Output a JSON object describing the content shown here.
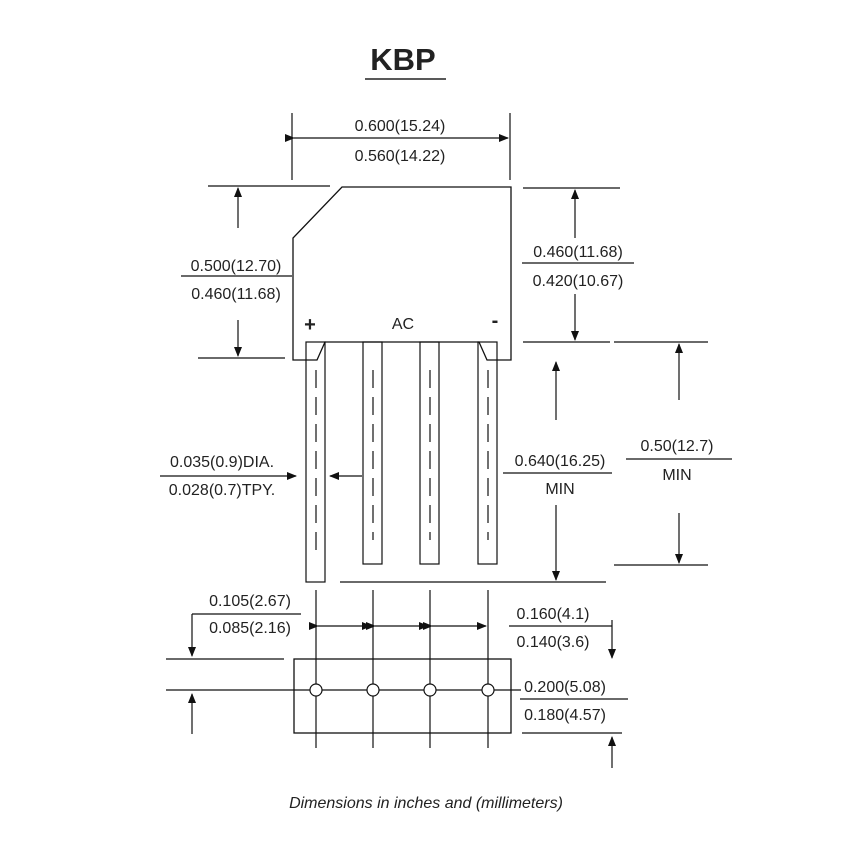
{
  "title": "KBP",
  "caption": "Dimensions in inches and (millimeters)",
  "pins": {
    "plus": "+",
    "ac": "AC",
    "minus": "-"
  },
  "dims": {
    "width_max": "0.600(15.24)",
    "width_min": "0.560(14.22)",
    "height_left_max": "0.500(12.70)",
    "height_left_min": "0.460(11.68)",
    "height_right_max": "0.460(11.68)",
    "height_right_min": "0.420(10.67)",
    "lead_dia_max": "0.035(0.9)DIA.",
    "lead_dia_min": "0.028(0.7)TPY.",
    "lead_len_val": "0.640(16.25)",
    "lead_len_min": "MIN",
    "lead_len2_val": "0.50(12.7)",
    "lead_len2_min": "MIN",
    "lead_off_max": "0.105(2.67)",
    "lead_off_min": "0.085(2.16)",
    "pitch_max": "0.160(4.1)",
    "pitch_min": "0.140(3.6)",
    "body_th_max": "0.200(5.08)",
    "body_th_min": "0.180(4.57)"
  }
}
